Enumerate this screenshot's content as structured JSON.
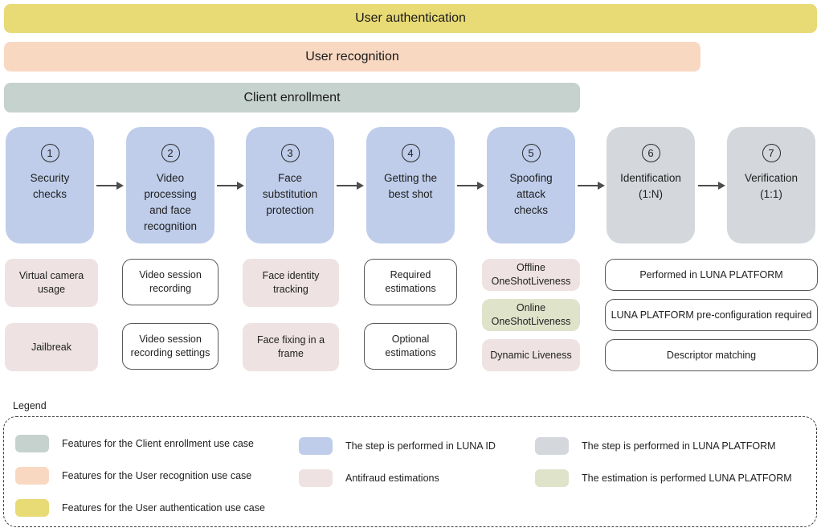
{
  "colors": {
    "auth-yellow": "#e8da74",
    "recognition-peach": "#f9d8c2",
    "enrollment-sage": "#c6d2cd",
    "luna-id-blue": "#bfcdea",
    "luna-platform-gray": "#d4d8dc",
    "antifraud-pink": "#eee2e2",
    "estimation-green": "#dfe3ca",
    "outline-gray": "#595959",
    "arrow-gray": "#4d4d4d"
  },
  "bars": {
    "authentication": "User authentication",
    "recognition": "User recognition",
    "enrollment": "Client enrollment"
  },
  "steps": [
    {
      "number": "1",
      "label": "Security\nchecks"
    },
    {
      "number": "2",
      "label": "Video\nprocessing\nand face\nrecognition"
    },
    {
      "number": "3",
      "label": "Face\nsubstitution\nprotection"
    },
    {
      "number": "4",
      "label": "Getting the\nbest shot"
    },
    {
      "number": "5",
      "label": "Spoofing\nattack\nchecks"
    },
    {
      "number": "6",
      "label": "Identification\n(1:N)"
    },
    {
      "number": "7",
      "label": "Verification\n(1:1)"
    }
  ],
  "features": {
    "virtual_camera": "Virtual camera usage",
    "jailbreak": "Jailbreak",
    "video_recording": "Video session recording",
    "video_recording_settings": "Video session recording settings",
    "face_identity_tracking": "Face identity tracking",
    "face_fixing": "Face fixing in a frame",
    "required_estimations": "Required estimations",
    "optional_estimations": "Optional estimations",
    "offline_oneshot": "Offline OneShotLiveness",
    "online_oneshot": "Online OneShotLiveness",
    "dynamic_liveness": "Dynamic Liveness",
    "performed_in_platform": "Performed in LUNA PLATFORM",
    "platform_preconfig": "LUNA PLATFORM pre-configuration required",
    "descriptor_matching": "Descriptor matching"
  },
  "legend": {
    "title": "Legend",
    "items": [
      {
        "swatch": "enrollment-sage",
        "label": "Features for the Client enrollment use case"
      },
      {
        "swatch": "recognition-peach",
        "label": "Features for the User recognition use case"
      },
      {
        "swatch": "auth-yellow",
        "label": "Features for the User authentication use case"
      },
      {
        "swatch": "luna-id-blue",
        "label": "The step is performed in LUNA ID"
      },
      {
        "swatch": "antifraud-pink",
        "label": "Antifraud estimations"
      },
      {
        "swatch": "luna-platform-gray",
        "label": "The step is performed in LUNA PLATFORM"
      },
      {
        "swatch": "estimation-green",
        "label": "The estimation is performed LUNA PLATFORM"
      }
    ]
  }
}
